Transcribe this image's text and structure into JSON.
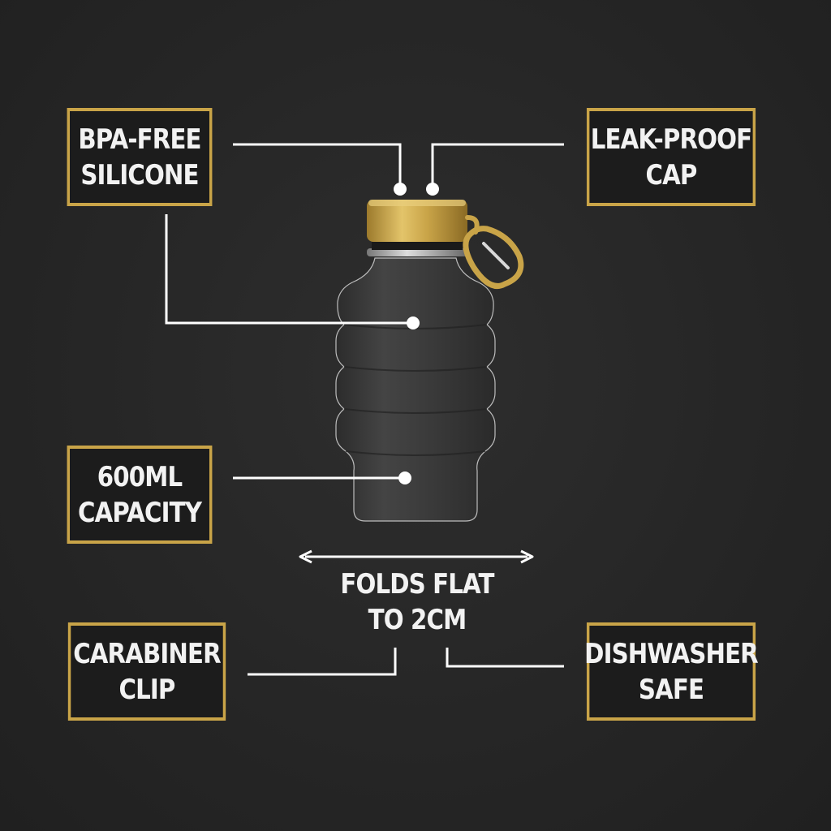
{
  "callouts": {
    "bpa_free": {
      "line1": "BPA-FREE",
      "line2": "SILICONE"
    },
    "leak_proof": {
      "line1": "LEAK-PROOF",
      "line2": "CAP"
    },
    "capacity": {
      "line1": "600ML",
      "line2": "CAPACITY"
    },
    "carabiner": {
      "line1": "CARABINER",
      "line2": "CLIP"
    },
    "dishwasher": {
      "line1": "DISHWASHER",
      "line2": "SAFE"
    }
  },
  "folds": {
    "line1": "FOLDS FLAT",
    "line2": "TO 2CM"
  },
  "colors": {
    "background": "#262626",
    "accent_gold": "#c9a448",
    "bottle_body": "#3a3a3a",
    "leader_line": "#ffffff",
    "text": "#f2f2f2"
  }
}
